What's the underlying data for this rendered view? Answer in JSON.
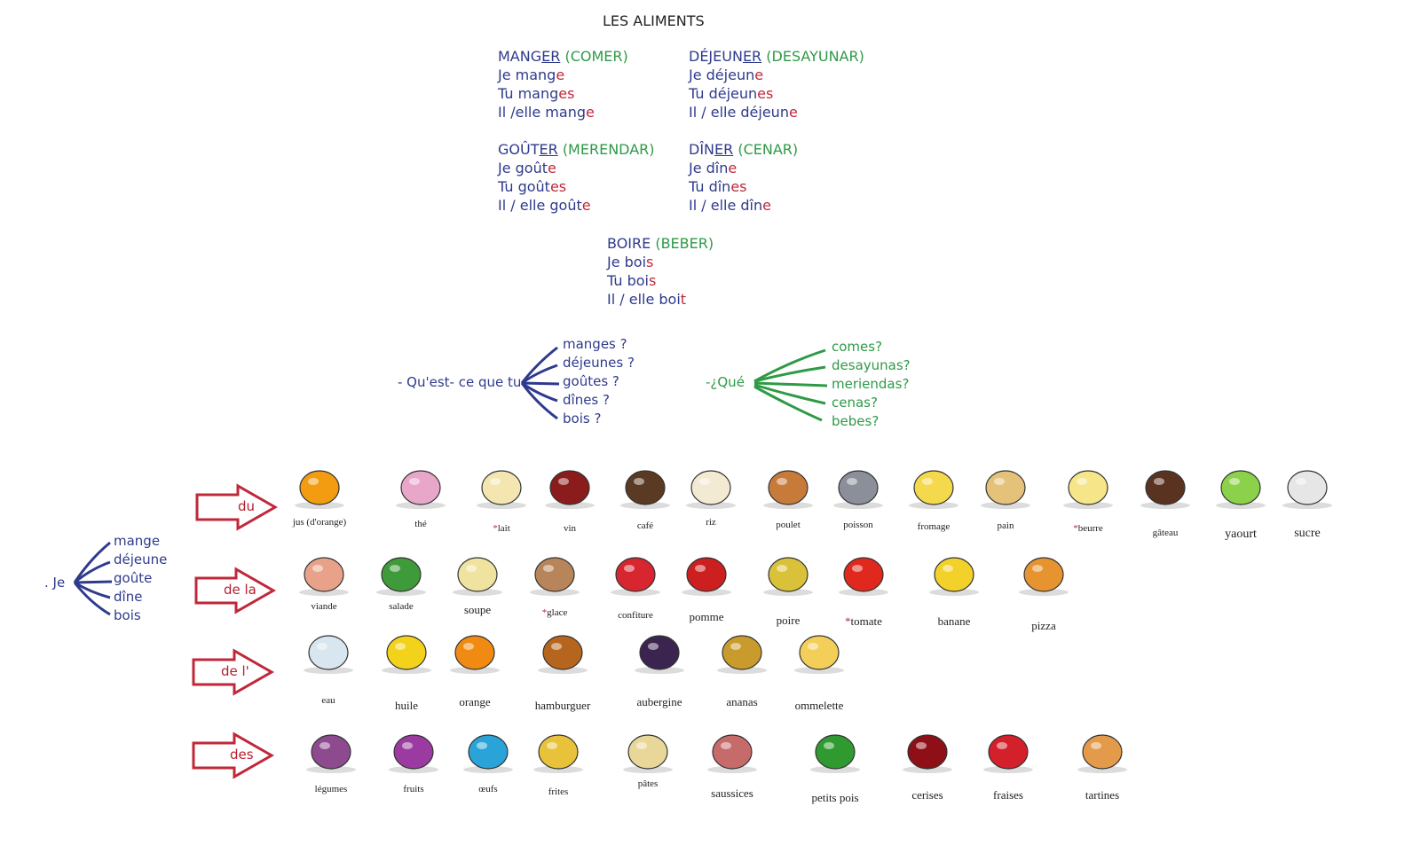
{
  "title": "LES ALIMENTS",
  "verbs": [
    {
      "inf_pre": "MANG",
      "inf_end": "ER",
      "translation": "(COMER)",
      "lines": [
        [
          "Je mang",
          "e"
        ],
        [
          "Tu mang",
          "es"
        ],
        [
          "Il /elle mang",
          "e"
        ]
      ]
    },
    {
      "inf_pre": "DÉJEUN",
      "inf_end": "ER",
      "translation": "(DESAYUNAR)",
      "lines": [
        [
          "Je déjeun",
          "e"
        ],
        [
          "Tu déjeun",
          "es"
        ],
        [
          "Il / elle déjeun",
          "e"
        ]
      ]
    },
    {
      "inf_pre": "GOÛT",
      "inf_end": "ER",
      "translation": "(MERENDAR)",
      "lines": [
        [
          "Je goût",
          "e"
        ],
        [
          "Tu goût",
          "es"
        ],
        [
          "Il / elle goût",
          "e"
        ]
      ]
    },
    {
      "inf_pre": "DÎN",
      "inf_end": "ER",
      "translation": "(CENAR)",
      "lines": [
        [
          "Je dîn",
          "e"
        ],
        [
          "Tu dîn",
          "es"
        ],
        [
          "Il / elle dîn",
          "e"
        ]
      ]
    },
    {
      "inf_pre": "BOIRE",
      "inf_end": "",
      "translation": "(BEBER)",
      "lines": [
        [
          "Je boi",
          "s"
        ],
        [
          "Tu boi",
          "s"
        ],
        [
          "Il / elle boi",
          "t"
        ]
      ]
    }
  ],
  "question_fr": {
    "stem": "- Qu'est- ce que tu",
    "endings": [
      "manges ?",
      "déjeunes ?",
      "goûtes ?",
      "dînes ?",
      "bois ?"
    ]
  },
  "question_es": {
    "stem": "-¿Qué",
    "endings": [
      "comes?",
      "desayunas?",
      "meriendas?",
      "cenas?",
      "bebes?"
    ]
  },
  "answer": {
    "stem": ". Je",
    "verbs": [
      "mange",
      "déjeune",
      "goûte",
      "dîne",
      "bois"
    ]
  },
  "articles": [
    "du",
    "de la",
    "de l'",
    "des"
  ],
  "rows": [
    [
      {
        "label": "jus (d'orange)",
        "star": false,
        "icon": "orange-juice-icon",
        "color": "#f39c12"
      },
      {
        "label": "thé",
        "star": false,
        "icon": "teapot-icon",
        "color": "#e8a6c8"
      },
      {
        "label": "lait",
        "star": true,
        "icon": "milk-icon",
        "color": "#f4e6b0"
      },
      {
        "label": "vin",
        "star": false,
        "icon": "wine-icon",
        "color": "#8a1c1c"
      },
      {
        "label": "café",
        "star": false,
        "icon": "coffee-icon",
        "color": "#5a3a22"
      },
      {
        "label": "riz",
        "star": false,
        "icon": "rice-icon",
        "color": "#f2ead2"
      },
      {
        "label": "poulet",
        "star": false,
        "icon": "chicken-icon",
        "color": "#c77b3a"
      },
      {
        "label": "poisson",
        "star": false,
        "icon": "fish-icon",
        "color": "#8a8f99"
      },
      {
        "label": "fromage",
        "star": false,
        "icon": "cheese-icon",
        "color": "#f5d94c"
      },
      {
        "label": "pain",
        "star": false,
        "icon": "bread-icon",
        "color": "#e5c27a"
      },
      {
        "label": "beurre",
        "star": true,
        "icon": "butter-icon",
        "color": "#f7e58a"
      },
      {
        "label": "gâteau",
        "star": false,
        "icon": "cake-icon",
        "color": "#5a3320"
      },
      {
        "label": "yaourt",
        "star": false,
        "icon": "yogurt-icon",
        "color": "#8bd14a"
      },
      {
        "label": "sucre",
        "star": false,
        "icon": "sugar-icon",
        "color": "#e6e6e6"
      }
    ],
    [
      {
        "label": "viande",
        "star": false,
        "icon": "meat-icon",
        "color": "#e8a28a"
      },
      {
        "label": "salade",
        "star": false,
        "icon": "salad-icon",
        "color": "#3f9a3a"
      },
      {
        "label": "soupe",
        "star": false,
        "icon": "soup-icon",
        "color": "#f0e3a0"
      },
      {
        "label": "glace",
        "star": true,
        "icon": "ice-cream-icon",
        "color": "#b8845a"
      },
      {
        "label": "confiture",
        "star": false,
        "icon": "jam-icon",
        "color": "#d7262f"
      },
      {
        "label": "pomme",
        "star": false,
        "icon": "apple-icon",
        "color": "#cc1f1f"
      },
      {
        "label": "poire",
        "star": false,
        "icon": "pear-icon",
        "color": "#d9c23a"
      },
      {
        "label": "tomate",
        "star": true,
        "icon": "tomato-icon",
        "color": "#e0281e"
      },
      {
        "label": "banane",
        "star": false,
        "icon": "banana-icon",
        "color": "#f2d12a"
      },
      {
        "label": "pizza",
        "star": false,
        "icon": "pizza-icon",
        "color": "#e7932f"
      }
    ],
    [
      {
        "label": "eau",
        "star": false,
        "icon": "water-bottle-icon",
        "color": "#d8e6ef"
      },
      {
        "label": "huile",
        "star": false,
        "icon": "oil-bottle-icon",
        "color": "#f3d21c"
      },
      {
        "label": "orange",
        "star": false,
        "icon": "orange-icon",
        "color": "#f08a12"
      },
      {
        "label": "hamburguer",
        "star": false,
        "icon": "hamburger-icon",
        "color": "#b5651d"
      },
      {
        "label": "aubergine",
        "star": false,
        "icon": "eggplant-icon",
        "color": "#3b2550"
      },
      {
        "label": "ananas",
        "star": false,
        "icon": "pineapple-icon",
        "color": "#c99b2d"
      },
      {
        "label": "ommelette",
        "star": false,
        "icon": "omelette-icon",
        "color": "#f3cf5a"
      }
    ],
    [
      {
        "label": "légumes",
        "star": false,
        "icon": "vegetables-icon",
        "color": "#8e4a8e"
      },
      {
        "label": "fruits",
        "star": false,
        "icon": "fruits-icon",
        "color": "#9b3aa0"
      },
      {
        "label": "œufs",
        "star": false,
        "icon": "eggs-icon",
        "color": "#2aa3d8"
      },
      {
        "label": "frites",
        "star": false,
        "icon": "fries-icon",
        "color": "#e8c23a"
      },
      {
        "label": "pâtes",
        "star": false,
        "icon": "pasta-icon",
        "color": "#e9d79a"
      },
      {
        "label": "saussices",
        "star": false,
        "icon": "sausages-icon",
        "color": "#c76a6a"
      },
      {
        "label": "petits pois",
        "star": false,
        "icon": "peas-icon",
        "color": "#2f9a2f"
      },
      {
        "label": "cerises",
        "star": false,
        "icon": "cherries-icon",
        "color": "#8e0f16"
      },
      {
        "label": "fraises",
        "star": false,
        "icon": "strawberries-icon",
        "color": "#d3202a"
      },
      {
        "label": "tartines",
        "star": false,
        "icon": "toast-icon",
        "color": "#e39a4a"
      }
    ]
  ],
  "colors": {
    "blue": "#2e3a8c",
    "green": "#2e9a46",
    "red": "#c0283a",
    "arrow": "#c0283a"
  }
}
